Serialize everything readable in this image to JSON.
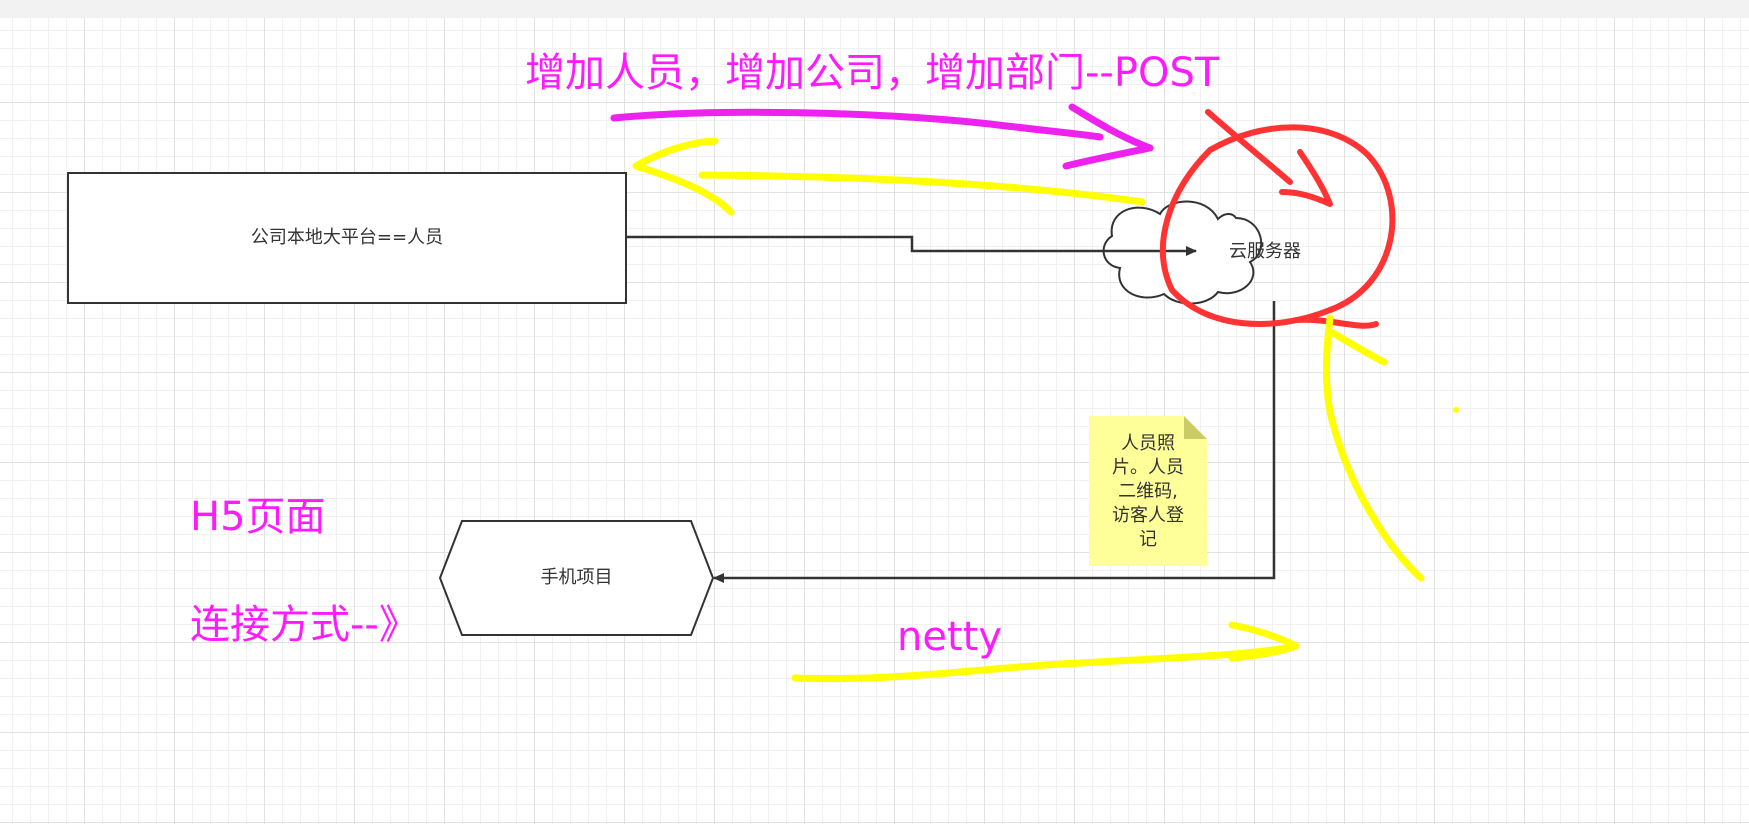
{
  "nodes": {
    "platform": {
      "label": "公司本地大平台==人员"
    },
    "cloud": {
      "label": "云服务器"
    },
    "mobile": {
      "label": "手机项目"
    },
    "note": {
      "lines": [
        "人员照",
        "片。人员",
        "二维码,",
        "访客人登",
        "记"
      ]
    }
  },
  "annotations": {
    "post_label": "增加人员，增加公司，增加部门--POST",
    "h5_label": "H5页面",
    "connection_label": "连接方式--》",
    "netty_label": "netty"
  },
  "colors": {
    "annotation_text": "#ff1aff",
    "magenta_stroke": "#ee22ee",
    "yellow_stroke": "#ffff00",
    "red_stroke": "#ff3333",
    "note_fill": "#ffff99",
    "note_fold": "#cccc66",
    "shape_stroke": "#333333"
  }
}
